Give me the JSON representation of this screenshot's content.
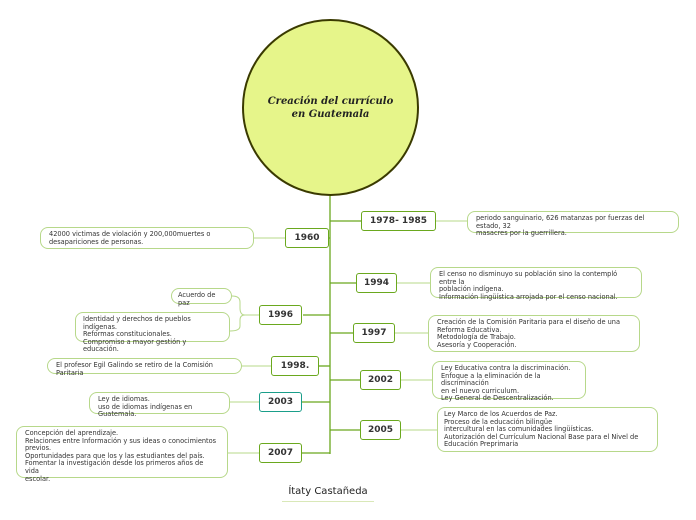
{
  "title": "Creación del currículo en Guatemala",
  "author": "Ítaty Castañeda",
  "nodes": {
    "y1960": "1960",
    "y1978": "1978- 1985",
    "y1994": "1994",
    "y1996": "1996",
    "y1997": "1997",
    "y1998": "1998.",
    "y2002": "2002",
    "y2003": "2003",
    "y2005": "2005",
    "y2007": "2007"
  },
  "notes": {
    "n1960": "42000 victimas de violación y 200,000muertes o\ndesapariciones de personas.",
    "n1978": "periodo sanguinario, 626 matanzas por fuerzas del estado, 32\nmasacres por la guerrillera.",
    "n1994": "El censo no disminuyo su población sino la contempló entre la\npoblación indígena.\nInformación lingüística arrojada por el censo nacional.",
    "n1996a": "Acuerdo de paz",
    "n1996b": "Identidad y derechos de pueblos indígenas.\nReformas constitucionales.\nCompromiso a mayor gestión y educación.",
    "n1997": "Creación de la Comisión Paritaria para el diseño de una\nReforma Educativa.\nMetodología de Trabajo.\nAsesoría y Cooperación.",
    "n1998": "El profesor Egil Galindo se retiro de la Comisión Paritaria",
    "n2002": "Ley Educativa contra la discriminación.\nEnfoque a la eliminación de la discriminación\nen el nuevo curriculum.\nLey General de Descentralización.",
    "n2003": "Ley de idiomas.\nuso de idiomas indígenas en Guatemala.",
    "n2005": "Ley Marco de los Acuerdos de Paz.\nProceso de la educación bilingüe\n intercultural en las comunidades lingüísticas.\nAutorización del Currículum Nacional Base para el Nivel de\nEducación Preprimaria",
    "n2007": "Concepción del aprendizaje.\nRelaciones entre Información y sus ideas o conocimientos\nprevios.\nOportunidades para que los y las estudiantes del país.\nFomentar la investigación desde los primeros años de vida\nescolar."
  },
  "colors": {
    "branch": "#6aa81e",
    "root_fill": "#e6f58a",
    "note_border": "#b7d88a",
    "teal": "#1a9e8a"
  }
}
